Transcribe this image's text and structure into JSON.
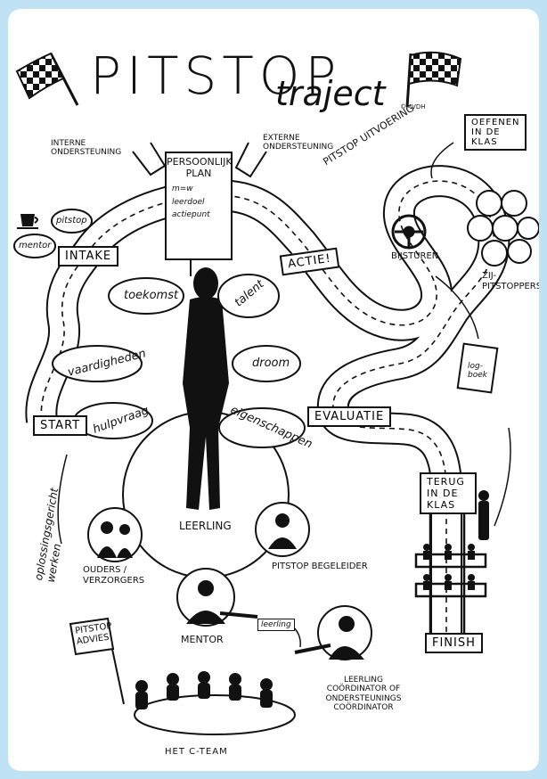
{
  "title": {
    "main": "PITSTOP",
    "sub": "traject",
    "credit": "©MVDH"
  },
  "support": {
    "internal": "INTERNE ONDERSTEUNING",
    "external": "EXTERNE ONDERSTEUNING"
  },
  "plan": {
    "title": "PERSOONLIJK PLAN",
    "items": [
      "m=w",
      "leerdoel",
      "actiepunt"
    ]
  },
  "pitstop_bubble": "pitstop",
  "mentor_bubble": "mentor",
  "stages": {
    "intake": "INTAKE",
    "start": "START",
    "actie": "ACTIE!",
    "evaluatie": "EVALUATIE",
    "finish": "FINISH",
    "terug": "TERUG IN DE KLAS",
    "oefenen": "OEFENEN IN DE KLAS"
  },
  "uitvoering": "PITSTOP UITVOERING",
  "bijsturen": "BIJSTUREN",
  "zijpitstoppers": "ZIJ-PITSTOPPERS",
  "logboek": "log-boek",
  "clouds": [
    "toekomst",
    "talent",
    "vaardigheden",
    "droom",
    "hulpvraag",
    "eigenschappen"
  ],
  "circle": {
    "leerling": "LEERLING",
    "ouders": "OUDERS / VERZORGERS",
    "begeleider": "PITSTOP BEGELEIDER",
    "mentor": "MENTOR"
  },
  "oplossing": "oplossingsgericht werken",
  "advies": "PITSTOP ADVIES",
  "leerling_card": "leerling",
  "coordinator": "LEERLING COÖRDINATOR of ONDERSTEUNINGS COÖRDINATOR",
  "cteam": "HET C-TEAM",
  "colors": {
    "ink": "#111111",
    "frame": "#bfe3f5",
    "paper": "#ffffff"
  }
}
